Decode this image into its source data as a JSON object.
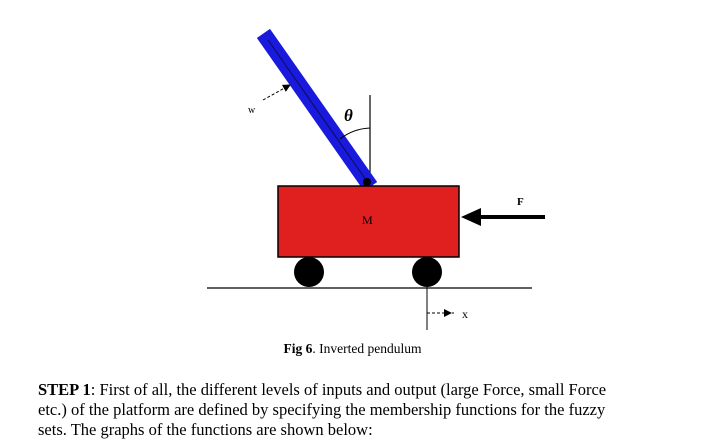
{
  "figure": {
    "labels": {
      "angle": "θ",
      "wind": "w",
      "mass": "M",
      "force": "F",
      "position": "x"
    },
    "colors": {
      "pole": "#1a1adc",
      "cart": "#e01f1f",
      "wheel": "#000000",
      "line": "#000000"
    },
    "caption": {
      "number": "Fig 6",
      "title": ". Inverted pendulum"
    }
  },
  "text": {
    "step_label": "STEP 1",
    "line1": ": First of all, the different levels of inputs and output (large Force, small Force",
    "line2": "etc.) of the platform are defined by specifying the membership functions for the fuzzy",
    "line3": "sets. The graphs of the functions are shown below:"
  }
}
